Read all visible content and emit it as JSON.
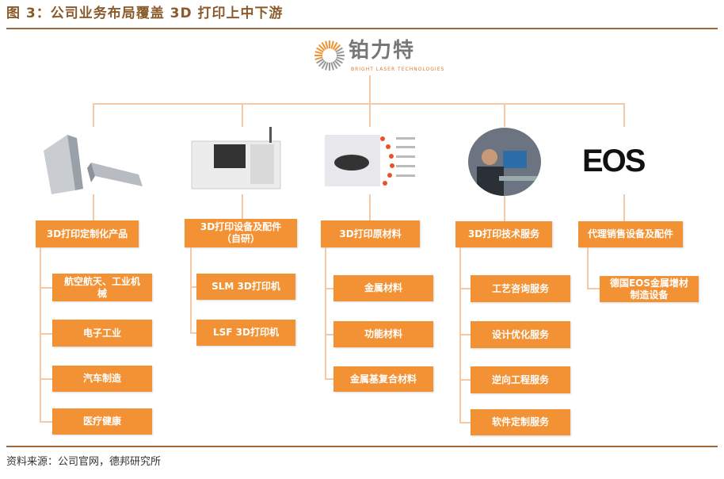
{
  "title": "图 3：公司业务布局覆盖 3D 打印上中下游",
  "logo": {
    "name": "铂力特",
    "subtitle": "BRIGHT LASER TECHNOLOGIES"
  },
  "colors": {
    "accent": "#F39234",
    "line": "#F6C9A4",
    "title": "#8B5A2B"
  },
  "columns": [
    {
      "label": "3D打印定制化产品",
      "image": "metal-parts-image",
      "items": [
        "航空航天、工业机械",
        "电子工业",
        "汽车制造",
        "医疗健康"
      ]
    },
    {
      "label": "3D打印设备及配件（自研）",
      "image": "printer-machine-image",
      "items": [
        "SLM 3D打印机",
        "LSF 3D打印机"
      ]
    },
    {
      "label": "3D打印原材料",
      "image": "powder-material-image",
      "items": [
        "金属材料",
        "功能材料",
        "金属基复合材料"
      ]
    },
    {
      "label": "3D打印技术服务",
      "image": "engineer-workstation-image",
      "items": [
        "工艺咨询服务",
        "设计优化服务",
        "逆向工程服务",
        "软件定制服务"
      ]
    },
    {
      "label": "代理销售设备及配件",
      "image": "eos-logo",
      "eos_text": "EOS",
      "items": [
        "德国EOS金属增材制造设备"
      ]
    }
  ],
  "source": "资料来源：公司官网，德邦研究所"
}
